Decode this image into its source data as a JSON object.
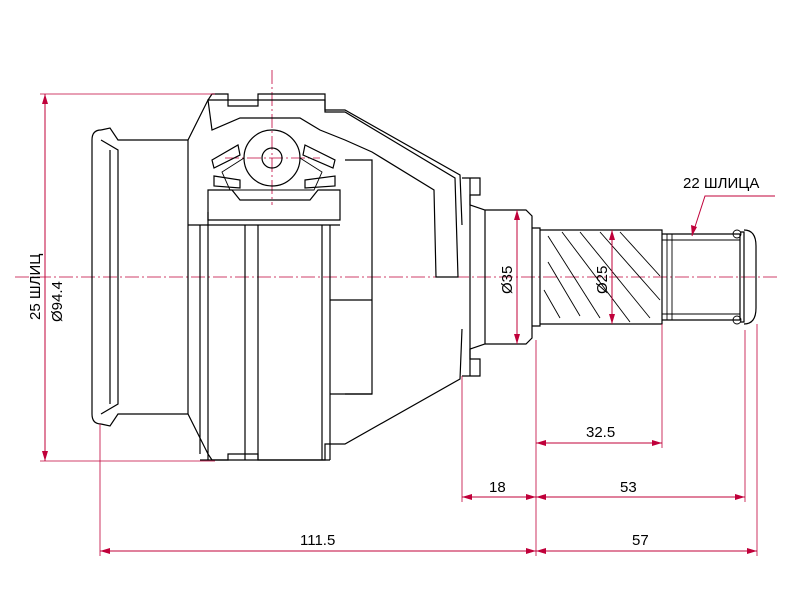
{
  "dimensions": {
    "spline_count_outer": "25 ШЛИЦ",
    "outer_diameter": "Ø94.4",
    "shaft_diameter": "Ø35",
    "spline_diameter": "Ø25",
    "spline_count_shaft": "22 ШЛИЦА",
    "spline_length": "32.5",
    "flange_width": "18",
    "shaft_length": "53",
    "body_length": "111.5",
    "total_shaft_length": "57"
  },
  "colors": {
    "dimension": "#c0003a",
    "outline": "#000000"
  }
}
